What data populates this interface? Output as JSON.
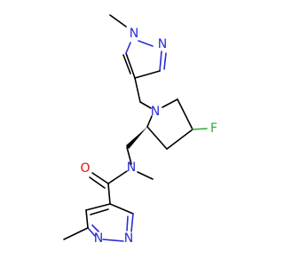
{
  "molecule": {
    "colors": {
      "carbon": "#000000",
      "nitrogen": "#2b2bd6",
      "oxygen": "#e01010",
      "fluorine": "#33a833"
    },
    "labels": {
      "n_pyrazole_1": "N",
      "n_pyrazole_2": "N",
      "n_pyrrolidine": "N",
      "f_atom": "F",
      "o_carbonyl": "O",
      "n_amide": "N",
      "n_pyridazine_1": "N",
      "n_pyridazine_2": "N"
    }
  }
}
